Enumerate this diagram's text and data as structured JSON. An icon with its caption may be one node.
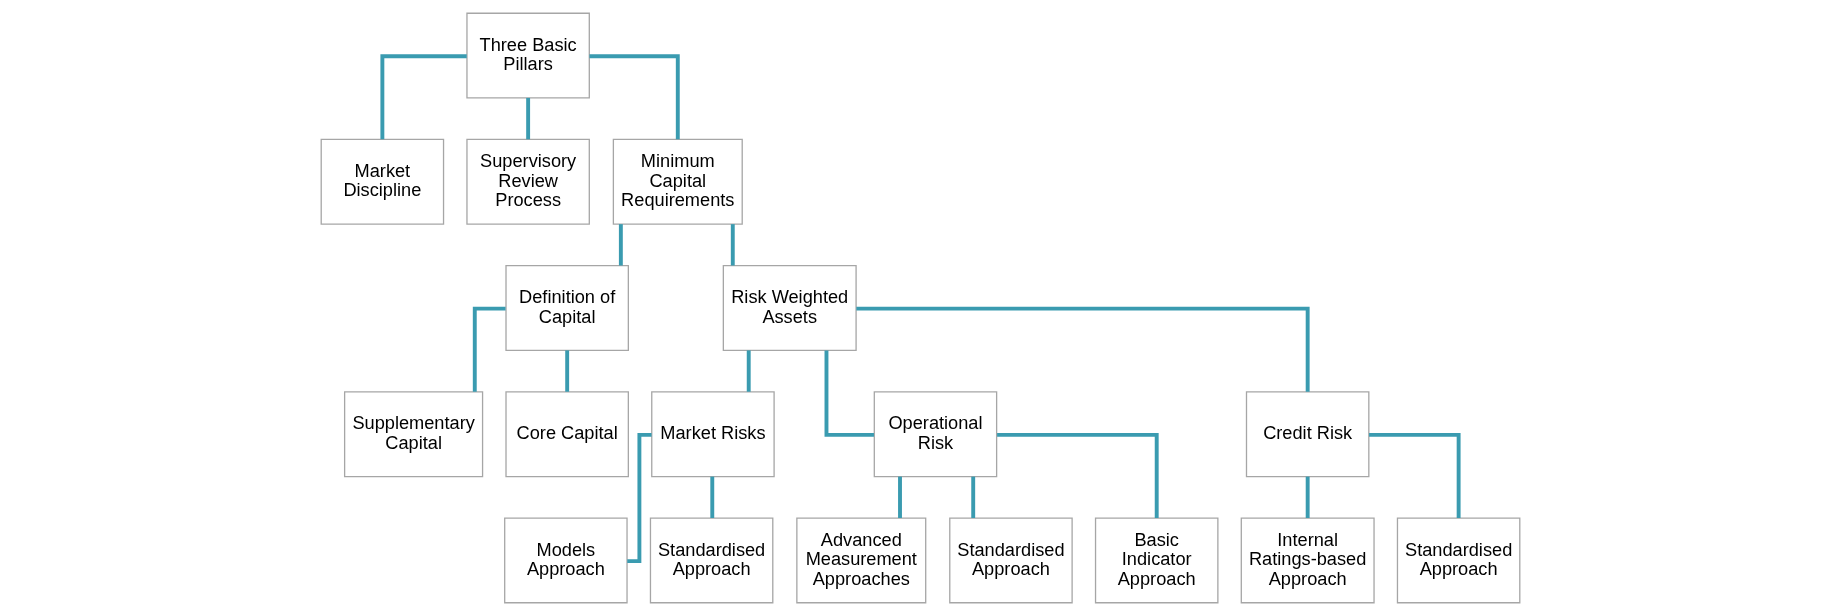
{
  "diagram": {
    "nodes": [
      {
        "text": [
          "Three Basic Pillars"
        ]
      },
      {
        "text": [
          "Market Discipline"
        ]
      },
      {
        "text": [
          "Supervisory Review Process"
        ]
      },
      {
        "text": [
          "Minimum Capital Requirements"
        ]
      },
      {
        "text": [
          "Definition of Capital"
        ]
      },
      {
        "text": [
          "Risk Weighted Assets"
        ]
      },
      {
        "text": [
          "Supplementary Capital"
        ]
      },
      {
        "text": [
          "Core Capital"
        ]
      },
      {
        "text": [
          "Market Risks"
        ]
      },
      {
        "text": [
          "Operational Risk"
        ]
      },
      {
        "text": [
          "Credit Risk"
        ]
      },
      {
        "text": [
          "Models Approach"
        ]
      },
      {
        "text": [
          "Standardised Approach"
        ]
      },
      {
        "text": [
          "Advanced Measurement Approaches"
        ]
      },
      {
        "text": [
          "Standardised Approach"
        ]
      },
      {
        "text": [
          "Basic Indicator Approach"
        ]
      },
      {
        "text": [
          "Internal Ratings-based Approach"
        ]
      },
      {
        "text": [
          "Standardised Approach"
        ]
      }
    ],
    "edges": [
      {
        "from": 0,
        "to": 1,
        "arrow": "none"
      },
      {
        "from": 0,
        "to": 2,
        "arrow": "none"
      },
      {
        "from": 0,
        "to": 3,
        "arrow": "none"
      },
      {
        "from": 3,
        "to": 4,
        "arrow": "none"
      },
      {
        "from": 3,
        "to": 5,
        "arrow": "none"
      },
      {
        "from": 4,
        "to": 6,
        "arrow": "none"
      },
      {
        "from": 4,
        "to": 7,
        "arrow": "none"
      },
      {
        "from": 5,
        "to": 8,
        "arrow": "none"
      },
      {
        "from": 5,
        "to": 9,
        "arrow": "none"
      },
      {
        "from": 5,
        "to": 10,
        "arrow": "none"
      },
      {
        "from": 8,
        "to": 11,
        "arrow": "none"
      },
      {
        "from": 8,
        "to": 12,
        "arrow": "none"
      },
      {
        "from": 9,
        "to": 13,
        "arrow": "none"
      },
      {
        "from": 9,
        "to": 14,
        "arrow": "none"
      },
      {
        "from": 9,
        "to": 15,
        "arrow": "none"
      },
      {
        "from": 10,
        "to": 16,
        "arrow": "none"
      },
      {
        "from": 10,
        "to": 17,
        "arrow": "none"
      }
    ]
  }
}
